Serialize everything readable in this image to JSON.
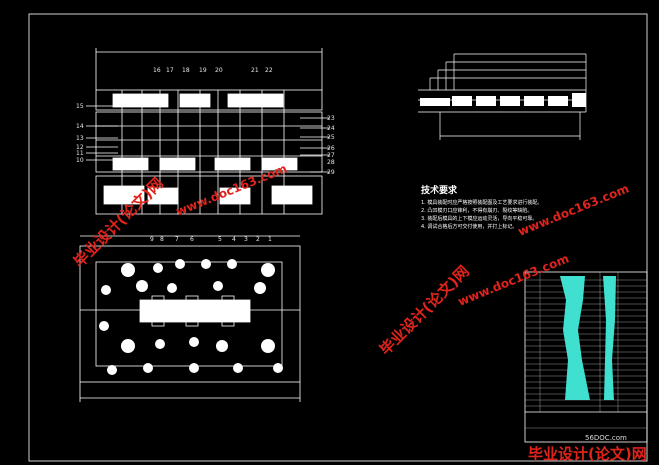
{
  "drawing": {
    "tech_requirements_title": "技术要求",
    "tech_requirements": [
      "1. 模具装配时应严格按照装配图及工艺要求进行装配。",
      "2. 凸凹模刃口应锋利，不得有崩刃、裂纹等缺陷。",
      "3. 装配后模具的上下模应运动灵活，导向平稳可靠。",
      "4. 调试合格后方可交付使用，并打上标记。"
    ],
    "part_labels_side": [
      "15",
      "14",
      "13",
      "12",
      "11",
      "10"
    ],
    "part_labels_top": [
      "16",
      "17",
      "18",
      "19",
      "20",
      "21",
      "22"
    ],
    "part_labels_right": [
      "23",
      "24",
      "25",
      "26",
      "27",
      "28",
      "29"
    ],
    "part_labels_plan": [
      "9",
      "8",
      "7",
      "6",
      "5",
      "4",
      "3",
      "2",
      "1"
    ]
  },
  "watermarks": {
    "site_text": "毕业设计(论文)网",
    "url_text": "www.doc163.com",
    "footer_text": "毕业设计(论文)网",
    "footer_site": "56DOC.com"
  },
  "colors": {
    "background": "#000000",
    "line": "#ffffff",
    "accent_fill": "#40e0d0",
    "watermark": "#e0241c"
  }
}
